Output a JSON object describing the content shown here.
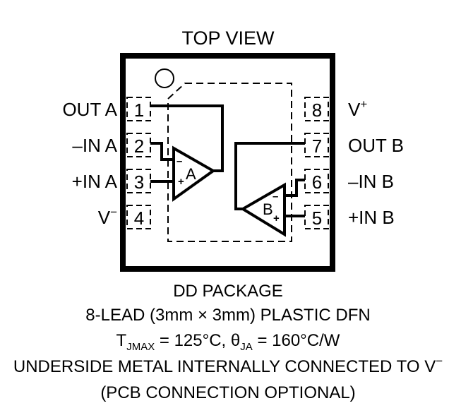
{
  "diagram": {
    "header": "TOP VIEW",
    "pins_left": [
      {
        "num": "1",
        "label": "OUT A"
      },
      {
        "num": "2",
        "label": "–IN A"
      },
      {
        "num": "3",
        "label": "+IN A"
      },
      {
        "num": "4",
        "label_main": "V",
        "label_sup": "−"
      }
    ],
    "pins_right": [
      {
        "num": "8",
        "label_main": "V",
        "label_sup": "+"
      },
      {
        "num": "7",
        "label": "OUT B"
      },
      {
        "num": "6",
        "label": "–IN B"
      },
      {
        "num": "5",
        "label": "+IN B"
      }
    ],
    "amp_a": {
      "name": "A",
      "minus": "–",
      "plus": "+"
    },
    "amp_b": {
      "name": "B",
      "minus": "–",
      "plus": "+"
    },
    "caption": {
      "package": "DD PACKAGE",
      "lead": "8-LEAD (3mm × 3mm) PLASTIC DFN",
      "thermal": {
        "t_main": "T",
        "t_sub": "JMAX",
        "t_rest": " = 125°C, ",
        "theta_main": "θ",
        "theta_sub": "JA",
        "theta_rest": " = 160°C/W"
      },
      "underside_main": "UNDERSIDE METAL INTERNALLY CONNECTED TO V",
      "underside_sup": "−",
      "optional": "(PCB CONNECTION OPTIONAL)"
    }
  }
}
